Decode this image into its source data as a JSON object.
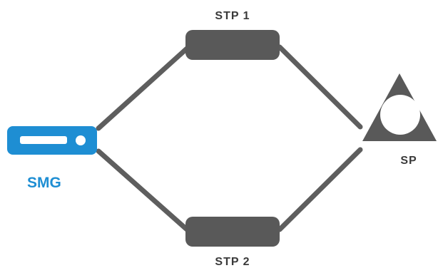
{
  "nodes": {
    "smg": {
      "label": "SMG"
    },
    "stp1": {
      "label": "STP 1"
    },
    "stp2": {
      "label": "STP 2"
    },
    "sp": {
      "label": "SP"
    }
  },
  "colors": {
    "smg_blue": "#1e8ed3",
    "node_gray": "#595959",
    "link_gray": "#5e5e5e",
    "text_dark": "#3a3a3a"
  }
}
